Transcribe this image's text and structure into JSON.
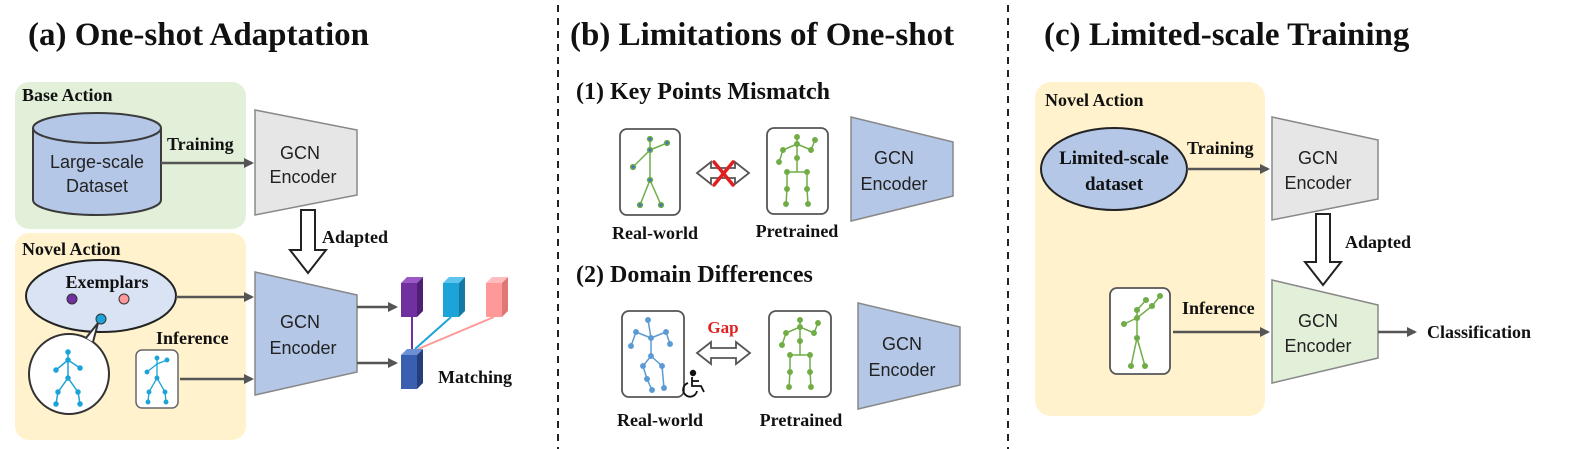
{
  "panels": {
    "a": {
      "title": "(a) One-shot Adaptation",
      "base_action": "Base Action",
      "dataset_line1": "Large-scale",
      "dataset_line2": "Dataset",
      "training": "Training",
      "encoder_top": [
        "GCN",
        "Encoder"
      ],
      "adapted": "Adapted",
      "novel_action": "Novel Action",
      "exemplars": "Exemplars",
      "inference": "Inference",
      "encoder_bottom": [
        "GCN",
        "Encoder"
      ],
      "matching": "Matching"
    },
    "b": {
      "title": "(b) Limitations of One-shot",
      "sub1": "(1) Key Points Mismatch",
      "realworld1": "Real-world",
      "pretrained1": "Pretrained",
      "encoder1": [
        "GCN",
        "Encoder"
      ],
      "sub2": "(2) Domain Differences",
      "gap": "Gap",
      "realworld2": "Real-world",
      "pretrained2": "Pretrained",
      "encoder2": [
        "GCN",
        "Encoder"
      ]
    },
    "c": {
      "title": "(c) Limited-scale Training",
      "novel_action": "Novel Action",
      "dataset_line1": "Limited-scale",
      "dataset_line2": "dataset",
      "training": "Training",
      "encoder_top": [
        "GCN",
        "Encoder"
      ],
      "adapted": "Adapted",
      "inference": "Inference",
      "encoder_bottom": [
        "GCN",
        "Encoder"
      ],
      "classification": "Classification"
    }
  },
  "colors": {
    "base_bg": "#e2f0d9",
    "novel_bg": "#fff2cc",
    "encoder_gray": "#e6e6e6",
    "encoder_blue": "#b4c7e7",
    "encoder_green": "#e2f0d9",
    "skeleton_blue": "#4472c4",
    "skeleton_green": "#70ad47",
    "skeleton_cyan": "#1ca3d8",
    "gap_red": "#e02020"
  }
}
